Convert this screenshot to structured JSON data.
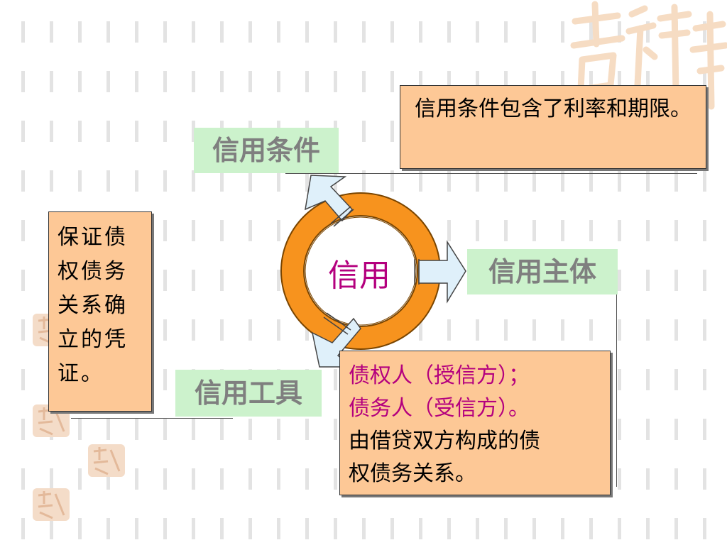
{
  "center": {
    "text": "信用"
  },
  "nodes": {
    "conditions": {
      "label": "信用条件"
    },
    "subject": {
      "label": "信用主体"
    },
    "instrument": {
      "label": "信用工具"
    }
  },
  "notes": {
    "conditions": {
      "text": "信用条件包含了利率和期限。"
    },
    "instrument": {
      "text": "保证债权债务关系确立的凭证。"
    },
    "subject": {
      "lines": [
        "债权人（授信方）；",
        "债务人（受信方）。",
        "由借贷双方构成的债",
        "权债务关系。"
      ]
    }
  },
  "colors": {
    "ring": "#f7931e",
    "arrow": "#dff0fa",
    "label_bg": "#ccf2cc",
    "label_text": "#7f7f7f",
    "note_bg": "#fdc896",
    "accent": "#b4007e"
  }
}
